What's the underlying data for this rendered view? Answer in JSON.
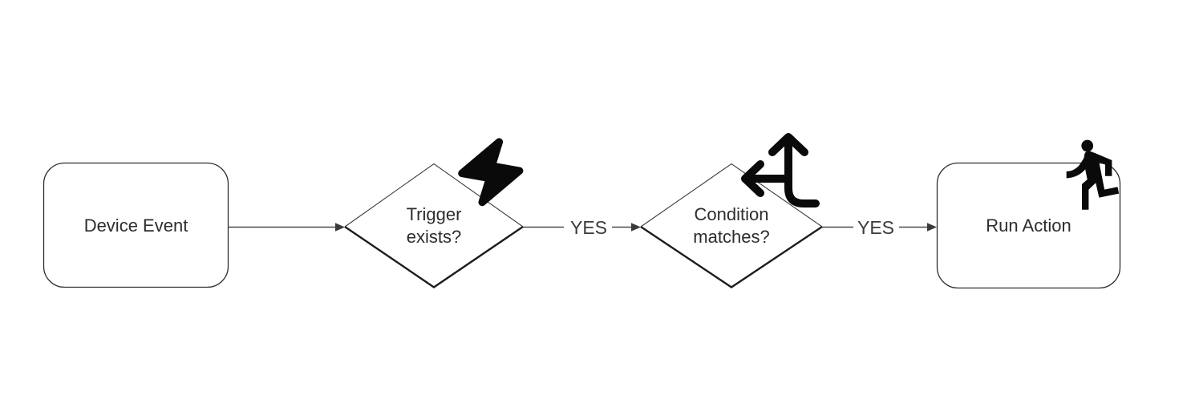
{
  "diagram": {
    "title": "",
    "background_color": "#ffffff",
    "connector_color": "#4a4a4a",
    "shape_stroke_color": "#2e2e2e",
    "shape_shadow_stroke_color": "#1d1d1d",
    "icon_color": "#0a0a0a",
    "text_color": "#2d2d2d"
  },
  "nodes": [
    {
      "id": "device-event",
      "shape": "rounded-rectangle",
      "label": "Device Event",
      "icon": null
    },
    {
      "id": "trigger-exists",
      "shape": "diamond",
      "label": "Trigger\nexists?",
      "icon": "lightning-bolt-icon"
    },
    {
      "id": "condition-matches",
      "shape": "diamond",
      "label": "Condition\nmatches?",
      "icon": "split-arrows-icon"
    },
    {
      "id": "run-action",
      "shape": "rounded-rectangle",
      "label": "Run Action",
      "icon": "running-person-icon"
    }
  ],
  "edges": [
    {
      "from": "device-event",
      "to": "trigger-exists",
      "label": ""
    },
    {
      "from": "trigger-exists",
      "to": "condition-matches",
      "label": "YES"
    },
    {
      "from": "condition-matches",
      "to": "run-action",
      "label": "YES"
    }
  ]
}
